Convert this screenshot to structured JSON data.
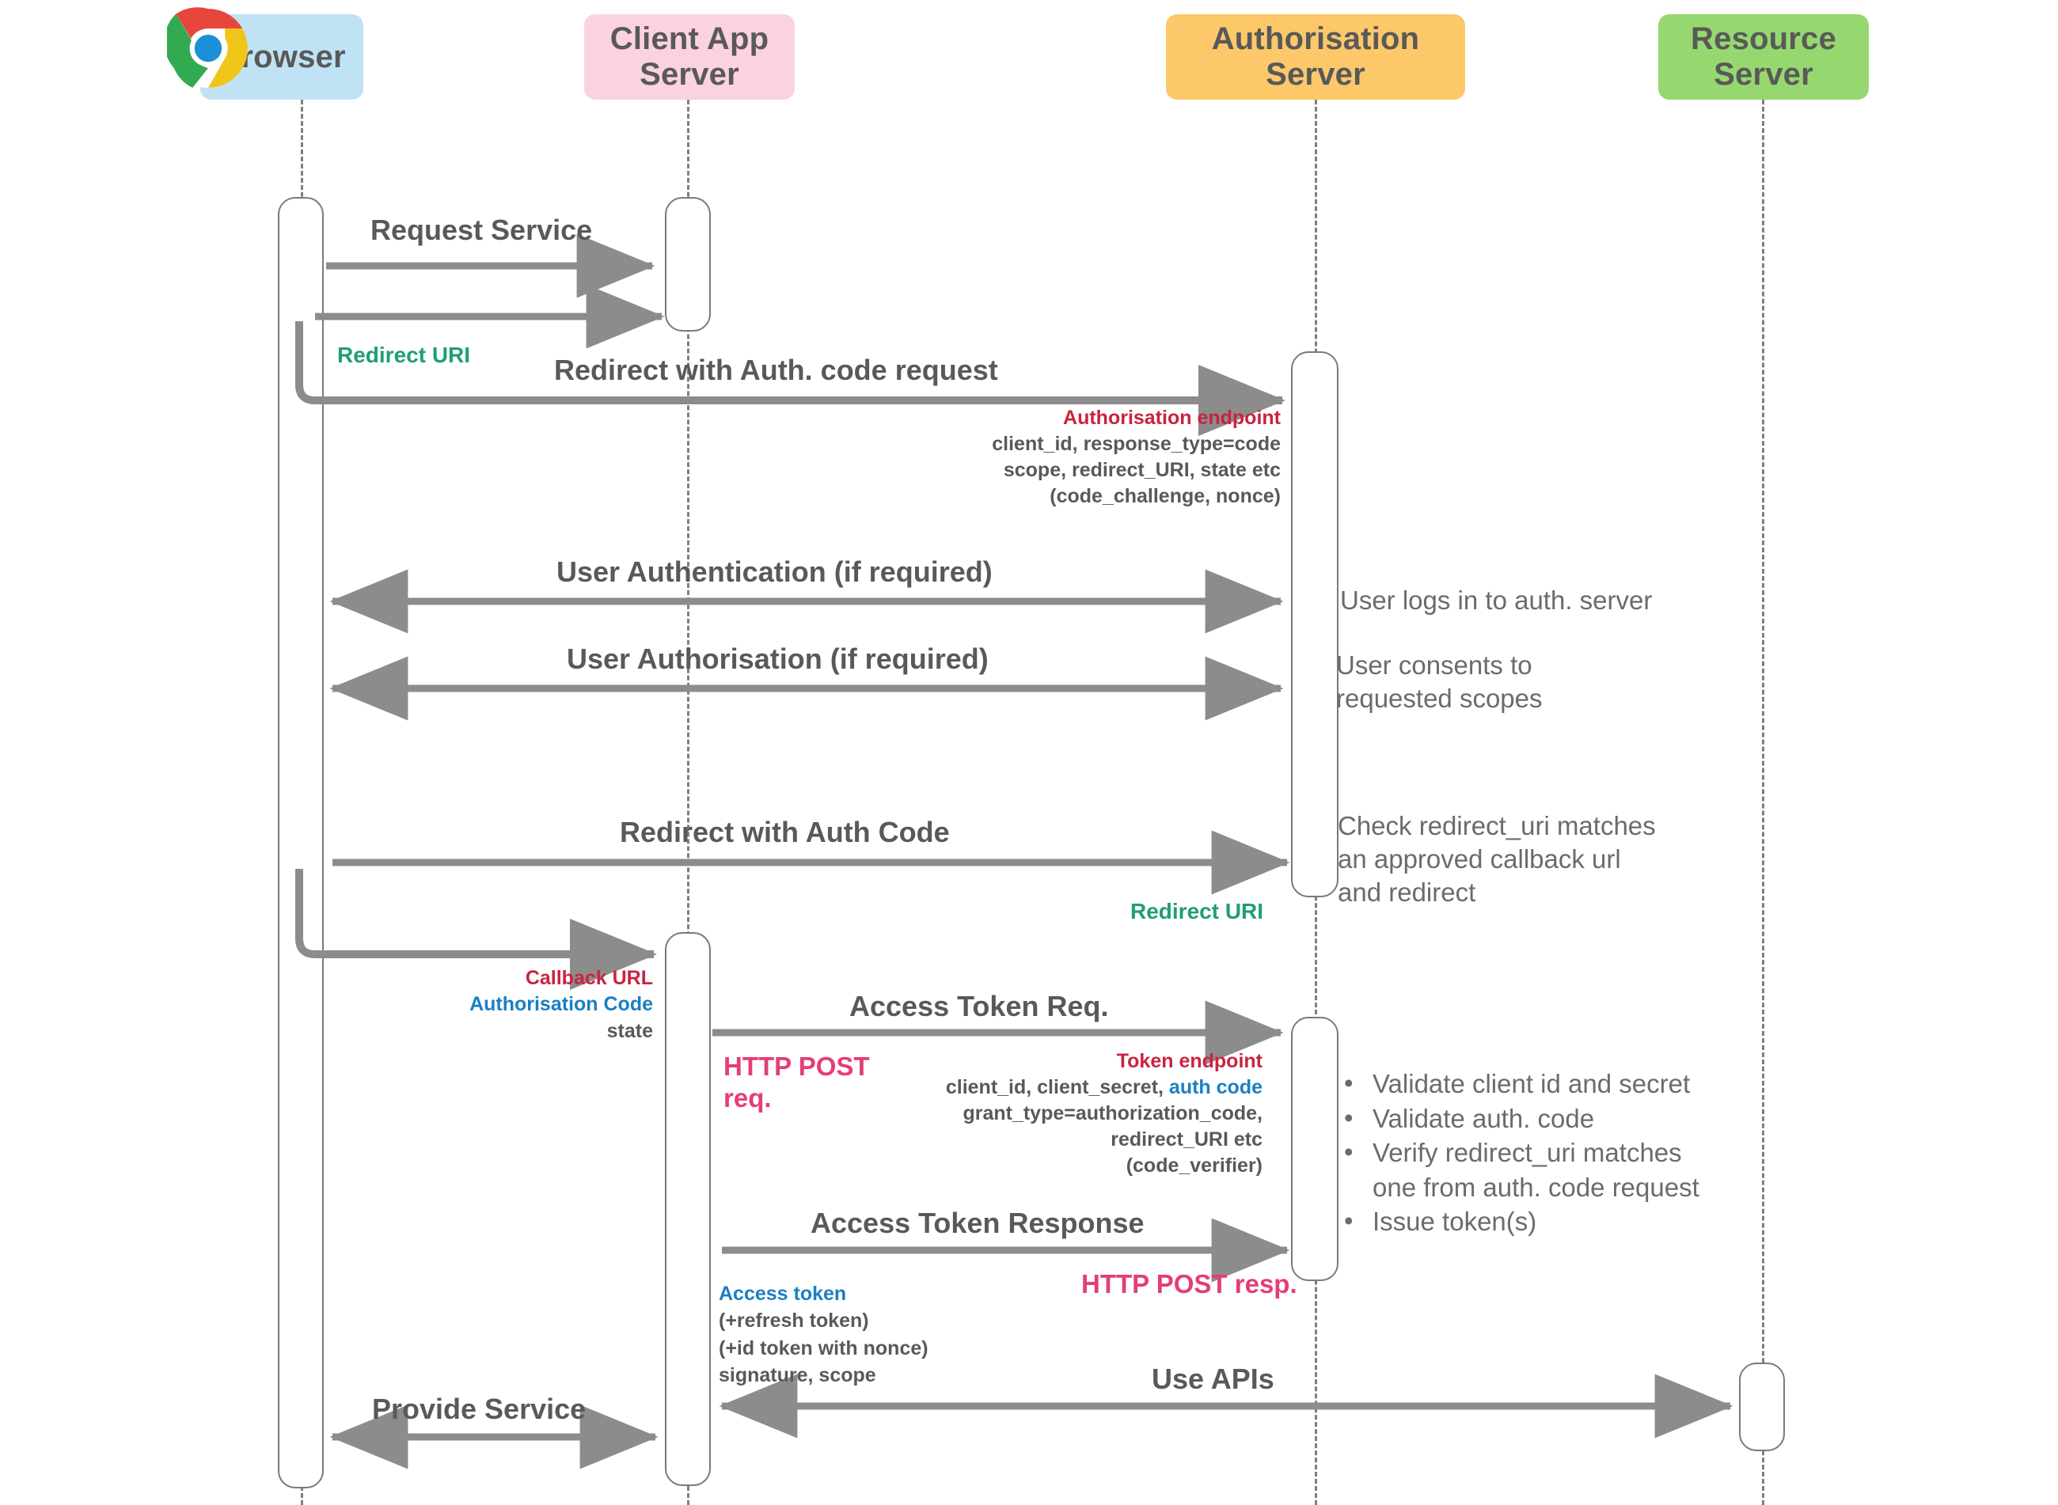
{
  "diagram": {
    "title": "OAuth 2.0 Authorisation Code Flow sequence diagram",
    "colors": {
      "browser": "#bfe3f5",
      "client": "#fbd3de",
      "auth": "#fcc86a",
      "resource": "#96d86f",
      "actor_text": "#595959",
      "arrow": "#8c8c8c",
      "lifeline": "#7f7f7f",
      "note_text": "#6b6b6b",
      "green": "#1f9e78",
      "red": "#c9233f",
      "blue": "#1a7fc1",
      "pink": "#e43e75"
    }
  },
  "actors": [
    {
      "id": "browser",
      "label": "Browser",
      "icon": "chrome-icon"
    },
    {
      "id": "client",
      "label": "Client App\nServer",
      "icon": null
    },
    {
      "id": "auth",
      "label": "Authorisation\nServer",
      "icon": null
    },
    {
      "id": "resource",
      "label": "Resource\nServer",
      "icon": null
    }
  ],
  "messages": [
    {
      "id": "request-service",
      "label": "Request Service"
    },
    {
      "id": "redirect-auth-code-req",
      "label": "Redirect with Auth. code request"
    },
    {
      "id": "user-authentication",
      "label": "User Authentication (if required)"
    },
    {
      "id": "user-authorisation",
      "label": "User Authorisation (if required)"
    },
    {
      "id": "redirect-auth-code",
      "label": "Redirect with Auth Code"
    },
    {
      "id": "access-token-req",
      "label": "Access Token Req."
    },
    {
      "id": "access-token-response",
      "label": "Access Token Response"
    },
    {
      "id": "use-apis",
      "label": "Use APIs"
    },
    {
      "id": "provide-service",
      "label": "Provide Service"
    }
  ],
  "annotations": {
    "redirect_uri_browser": "Redirect URI",
    "redirect_uri_auth": "Redirect URI",
    "authorisation_endpoint": {
      "heading": "Authorisation endpoint",
      "body": "client_id, response_type=code\nscope, redirect_URI, state etc\n(code_challenge, nonce)"
    },
    "callback": {
      "line1": "Callback URL",
      "line2": "Authorisation Code",
      "line3": "state"
    },
    "http_post_req": "HTTP POST\nreq.",
    "token_endpoint": {
      "heading": "Token endpoint",
      "line1_a": "client_id, client_secret, ",
      "line1_b": "auth code",
      "line2": "grant_type=authorization_code,",
      "line3": "redirect_URI etc",
      "line4": "(code_verifier)"
    },
    "http_post_resp": "HTTP POST resp.",
    "access_token": {
      "heading": "Access token",
      "body": "(+refresh token)\n(+id token with nonce)\nsignature, scope"
    }
  },
  "notes": {
    "user_logs_in": "User logs in to auth. server",
    "user_consents": " User consents to\nrequested scopes",
    "check_redirect": "Check redirect_uri matches\nan approved callback url\nand redirect",
    "token_checks": [
      " Validate client id and secret",
      " Validate auth. code",
      " Verify redirect_uri matches\none from auth. code request",
      " Issue token(s)"
    ]
  }
}
